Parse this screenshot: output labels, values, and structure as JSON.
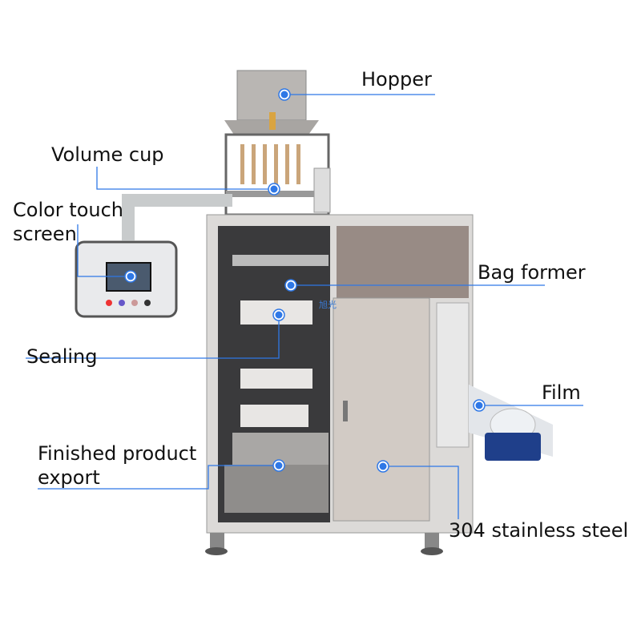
{
  "labels": {
    "hopper": "Hopper",
    "volume_cup": "Volume cup",
    "color_touch_screen_line1": "Color touch",
    "color_touch_screen_line2": "screen",
    "bag_former": "Bag former",
    "sealing": "Sealing",
    "film": "Film",
    "finished_product_line1": "Finished product",
    "finished_product_line2": "export",
    "stainless_steel": "304 stainless steel"
  },
  "logo_text": "旭光",
  "colors": {
    "accent": "#2f78e6",
    "steel": "#c9c6c3",
    "motor": "#1f3f8a"
  }
}
